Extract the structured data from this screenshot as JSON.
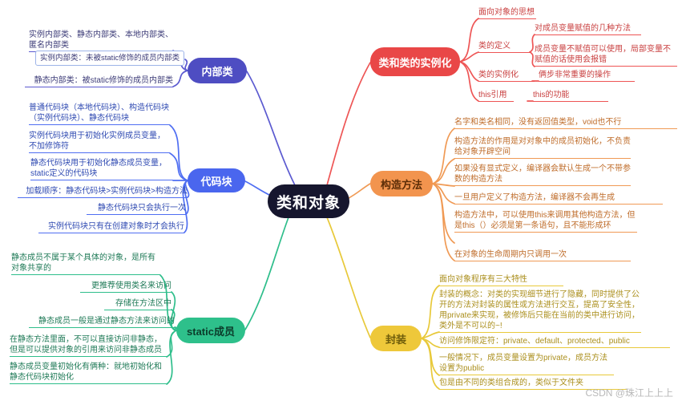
{
  "center": {
    "label": "类和对象",
    "bg": "#16162e",
    "fg": "#ffffff"
  },
  "watermark": "CSDN @珠江上上上",
  "branches": {
    "inner_class": {
      "label": "内部类",
      "color": "#5b5ad0",
      "pill_bg": "#4e4dc2",
      "items": [
        "实例内部类、静态内部类、本地内部类、匿名内部类",
        "实例内部类：未被static修饰的成员内部类",
        "静态内部类：被static修饰的成员内部类"
      ]
    },
    "code_block": {
      "label": "代码块",
      "color": "#4f6ef2",
      "pill_bg": "#4a66ee",
      "items": [
        "普通代码块（本地代码块）、构造代码块（实例代码块）、静态代码块",
        "实例代码块用于初始化实例成员变量，不加修饰符",
        "静态代码块用于初始化静态成员变量，static定义的代码块",
        "加载顺序：静态代码块>实例代码块>构造方法",
        "静态代码块只会执行一次",
        "实例代码块只有在创建对象时才会执行"
      ]
    },
    "static_member": {
      "label": "static成员",
      "color": "#2ebe8b",
      "pill_bg": "#2ec08b",
      "items": [
        "静态成员不属于某个具体的对象，是所有对象共享的",
        "更推荐使用类名来访问",
        "存储在方法区中",
        "静态成员一般是通过静态方法来访问的",
        "在静态方法里面，不可以直接访问非静态，但是可以提供对象的引用来访问非静态成员",
        "静态成员变量初始化有俩种：就地初始化和静态代码块初始化"
      ]
    },
    "instantiation": {
      "label": "类和类的实例化",
      "color": "#ee5555",
      "pill_bg": "#e94747",
      "children": [
        {
          "label": "面向对象的思想"
        },
        {
          "label": "类的定义",
          "children": [
            "对成员变量赋值的几种方法",
            "成员变量不赋值可以使用，局部变量不赋值的话使用会报错"
          ]
        },
        {
          "label": "类的实例化",
          "children": [
            "俩步非常重要的操作"
          ]
        },
        {
          "label": "this引用",
          "children": [
            "this的功能"
          ]
        }
      ]
    },
    "constructor": {
      "label": "构造方法",
      "color": "#f09a55",
      "pill_bg": "#f2944e",
      "items": [
        "名字和类名相同，没有返回值类型，void也不行",
        "构造方法的作用是对对象中的成员初始化，不负责给对象开辟空间",
        "如果没有显式定义，编译器会默认生成一个不带参数的构造方法",
        "一旦用户定义了构造方法，编译器不会再生成",
        "构造方法中，可以使用this来调用其他构造方法，但是this（）必须是第一条语句，且不能形成环",
        "在对象的生命周期内只调用一次"
      ]
    },
    "encapsulation": {
      "label": "封装",
      "color": "#e8c93a",
      "pill_bg": "#eec83a",
      "items": [
        "面向对象程序有三大特性",
        "封装的概念：对类的实现细节进行了隐藏，同时提供了公开的方法对封装的属性或方法进行交互，提高了安全性，用private来实现，被修饰后只能在当前的类中进行访问，类外是不可以的~!",
        "访问修饰限定符：private、default、protected、public",
        "一般情况下，成员变量设置为private，成员方法设置为public",
        "包是由不同的类组合成的，类似于文件夹"
      ]
    }
  }
}
